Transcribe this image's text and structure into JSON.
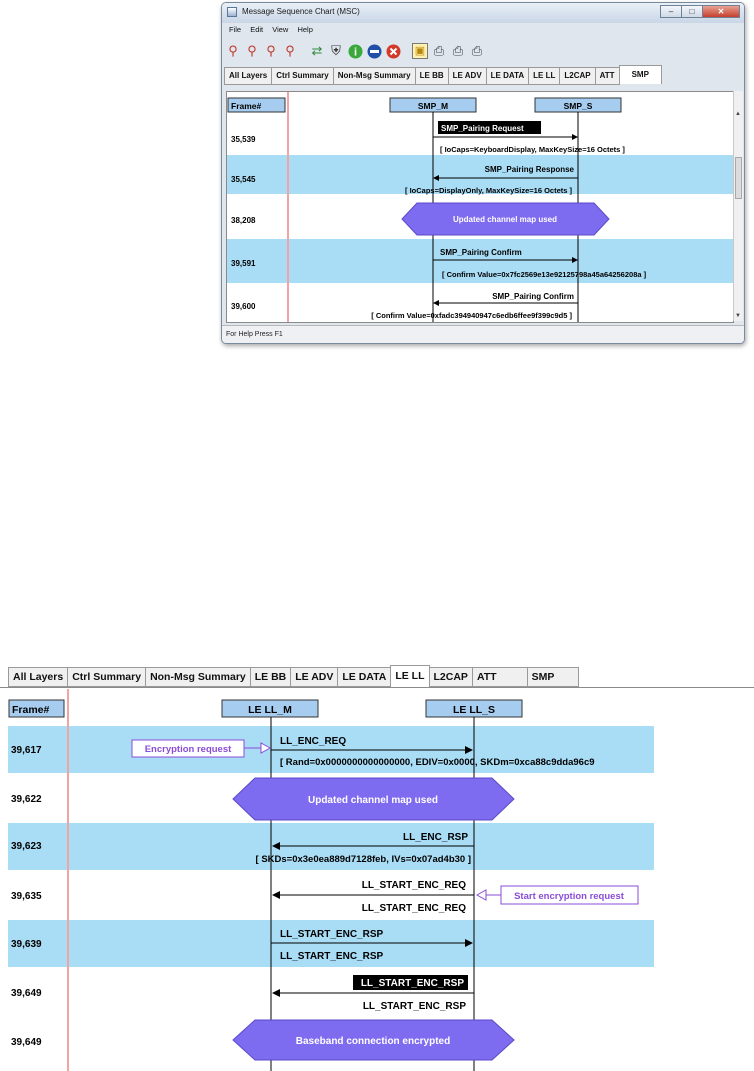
{
  "window": {
    "title": "Message Sequence Chart (MSC)",
    "controls": {
      "minimize": "–",
      "maximize": "□",
      "close": "✕"
    },
    "menu": [
      "File",
      "Edit",
      "View",
      "Help"
    ],
    "toolbar_icons": [
      "zoom-in-icon",
      "zoom-out-icon",
      "zoom-fit-icon",
      "zoom-reset-icon",
      "export-icon",
      "find-icon",
      "info-icon",
      "stop-icon",
      "error-icon",
      "lock-icon",
      "print-icon",
      "print-preview-icon",
      "print-setup-icon"
    ],
    "status": "For Help Press F1"
  },
  "chart1": {
    "tabs": [
      "All Layers",
      "Ctrl Summary",
      "Non-Msg Summary",
      "LE BB",
      "LE ADV",
      "LE DATA",
      "LE LL",
      "L2CAP",
      "ATT",
      "SMP"
    ],
    "active_tab": "SMP",
    "frame_header": "Frame#",
    "lanes": {
      "left": "SMP_M",
      "right": "SMP_S"
    },
    "rows": [
      {
        "frame": "35,539",
        "label": "SMP_Pairing Request",
        "detail": "[ IoCaps=KeyboardDisplay, MaxKeySize=16 Octets ]"
      },
      {
        "frame": "35,545",
        "label": "SMP_Pairing Response",
        "detail": "[ IoCaps=DisplayOnly, MaxKeySize=16 Octets ]"
      },
      {
        "frame": "38,208",
        "label": "Updated channel map used"
      },
      {
        "frame": "39,591",
        "label": "SMP_Pairing Confirm",
        "detail": "[ Confirm Value=0x7fc2569e13e92125798a45a64256208a ]"
      },
      {
        "frame": "39,600",
        "label": "SMP_Pairing Confirm",
        "detail": "[ Confirm Value=0xfadc394940947c6edb6ffee9f399c9d5 ]"
      }
    ]
  },
  "chart2": {
    "tabs": [
      "All Layers",
      "Ctrl Summary",
      "Non-Msg Summary",
      "LE BB",
      "LE ADV",
      "LE DATA",
      "LE LL",
      "L2CAP",
      "ATT",
      "SMP"
    ],
    "active_tab": "LE LL",
    "frame_header": "Frame#",
    "lanes": {
      "left": "LE LL_M",
      "right": "LE LL_S"
    },
    "rows": [
      {
        "frame": "39,617",
        "label": "LL_ENC_REQ",
        "detail": "[ Rand=0x0000000000000000, EDIV=0x0000, SKDm=0xca88c9dda96c9"
      },
      {
        "frame": "39,622",
        "label": "Updated channel map used"
      },
      {
        "frame": "39,623",
        "label": "LL_ENC_RSP",
        "detail": "[ SKDs=0x3e0ea889d7128feb, IVs=0x07ad4b30 ]"
      },
      {
        "frame": "39,635",
        "label": "LL_START_ENC_REQ",
        "detail": "LL_START_ENC_REQ"
      },
      {
        "frame": "39,639",
        "label": "LL_START_ENC_RSP",
        "detail": "LL_START_ENC_RSP"
      },
      {
        "frame": "39,649",
        "label": "LL_START_ENC_RSP",
        "detail": "LL_START_ENC_RSP"
      },
      {
        "frame": "39,649",
        "label": "Baseband connection encrypted"
      }
    ],
    "annotations": {
      "encryption": "Encryption request",
      "start": "Start encryption request"
    }
  },
  "colors": {
    "row_highlight": "#a9dcf5",
    "event_fill": "#7d6bf0",
    "annotation": "#8a4dd8",
    "frame_divider": "#f0a4a4",
    "lane_box": "#a6cdf0"
  }
}
